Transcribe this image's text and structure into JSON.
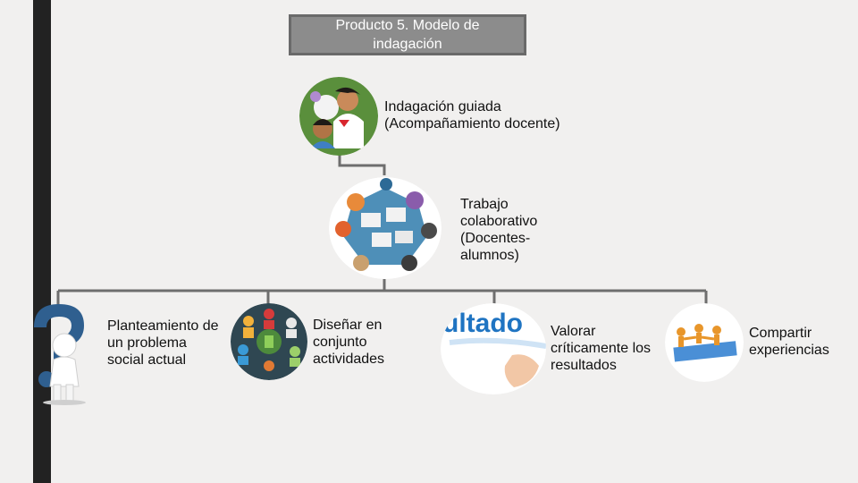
{
  "title": "Producto 5. Modelo de indagación",
  "nodes": {
    "guided": {
      "label": "Indagación guiada (Acompañamiento docente)",
      "icon": "teacher-student-icon"
    },
    "collab": {
      "label": "Trabajo colaborativo (Docentes-alumnos)",
      "icon": "collaboration-table-icon"
    },
    "step1": {
      "label": "Planteamiento de un problema social actual",
      "icon": "thinking-question-icon"
    },
    "step2": {
      "label": "Diseñar en conjunto actividades",
      "icon": "team-puzzle-icon"
    },
    "step3": {
      "label": "Valorar críticamente los resultados",
      "icon": "resultados-magnifier-icon",
      "image_text": "ultado"
    },
    "step4": {
      "label": "Compartir experiencias",
      "icon": "people-bridge-icon"
    }
  },
  "colors": {
    "sidebar": "#222222",
    "title_bg": "#8c8c8c",
    "connector": "#6e6e6e",
    "background": "#f1f0ef"
  }
}
